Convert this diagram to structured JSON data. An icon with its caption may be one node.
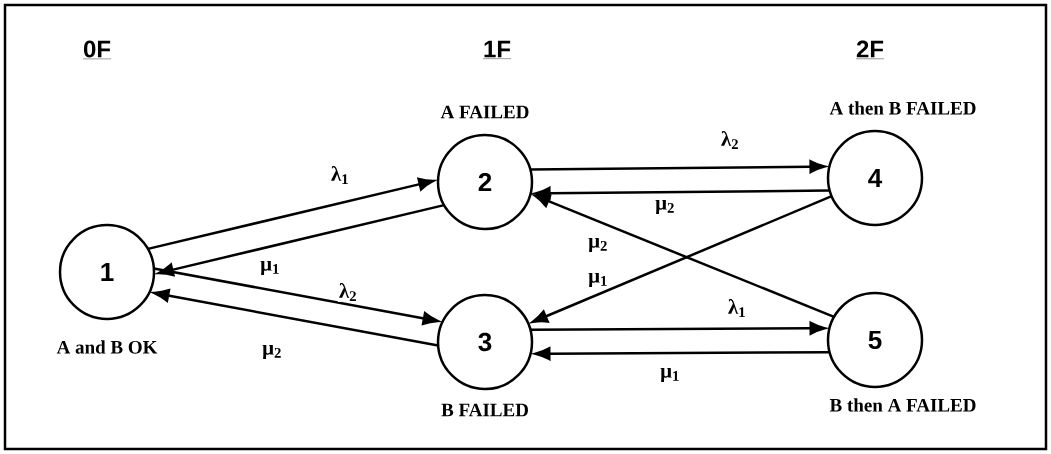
{
  "diagram": {
    "nodes": [
      {
        "text": [
          "1"
        ],
        "beside": [
          "A and B OK"
        ]
      },
      {
        "text": [
          "2"
        ],
        "beside": [
          "A FAILED"
        ]
      },
      {
        "text": [
          "3"
        ],
        "beside": [
          "B FAILED"
        ]
      },
      {
        "text": [
          "4"
        ],
        "beside": [
          "A then B FAILED"
        ]
      },
      {
        "text": [
          "5"
        ],
        "beside": [
          "B then A FAILED"
        ]
      }
    ],
    "edges": [
      {
        "from": 0,
        "to": 1,
        "arrow": "to",
        "label": "λ$_{1}$"
      },
      {
        "from": 1,
        "to": 0,
        "arrow": "to",
        "label": "μ$_{1}$"
      },
      {
        "from": 0,
        "to": 2,
        "arrow": "to",
        "label": "λ$_{2}$"
      },
      {
        "from": 2,
        "to": 0,
        "arrow": "to",
        "label": "μ$_{2}$"
      },
      {
        "from": 1,
        "to": 3,
        "arrow": "to",
        "label": "λ$_{2}$"
      },
      {
        "from": 3,
        "to": 1,
        "arrow": "to",
        "label": "μ$_{2}$"
      },
      {
        "from": 4,
        "to": 1,
        "arrow": "to",
        "label": "μ$_{2}$"
      },
      {
        "from": 3,
        "to": 2,
        "arrow": "to",
        "label": "μ$_{1}$"
      },
      {
        "from": 2,
        "to": 4,
        "arrow": "to",
        "label": "λ$_{1}$"
      },
      {
        "from": 4,
        "to": 2,
        "arrow": "to",
        "label": "μ$_{1}$"
      }
    ],
    "labels": [
      "0F",
      "1F",
      "2F"
    ]
  }
}
